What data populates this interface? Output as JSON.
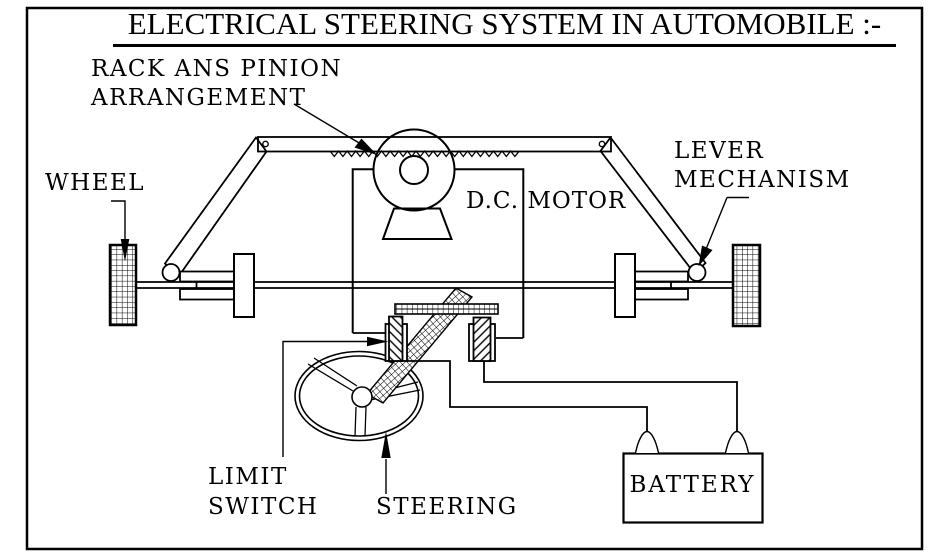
{
  "colors": {
    "ink": "#000000",
    "background": "#ffffff"
  },
  "diagram": {
    "title": "ELECTRICAL STEERING SYSTEM IN AUTOMOBILE :-",
    "labels": {
      "rack_pinion_line1": "RACK ANS PINION",
      "rack_pinion_line2": "ARRANGEMENT",
      "wheel": "WHEEL",
      "dc_motor": "D.C. MOTOR",
      "lever_line1": "LEVER",
      "lever_line2": "MECHANISM",
      "limit_switch_line1": "LIMIT",
      "limit_switch_line2": "SWITCH",
      "steering": "STEERING",
      "battery": "BATTERY"
    }
  }
}
